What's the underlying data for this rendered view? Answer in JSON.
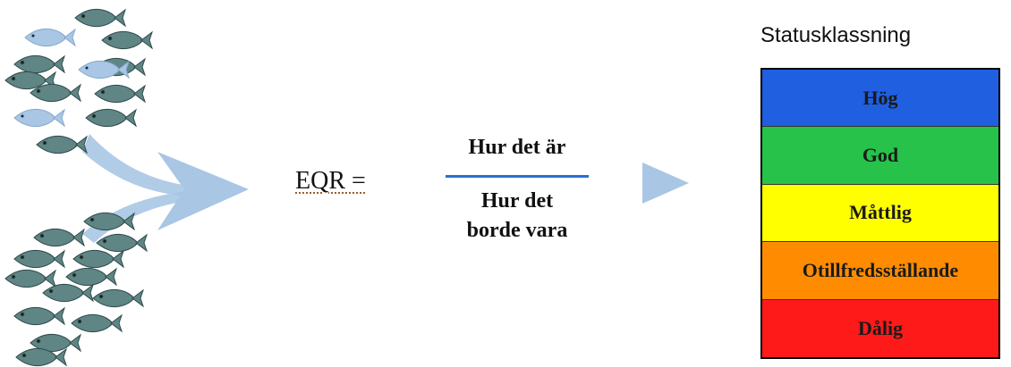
{
  "eqr": {
    "label": "EQR =",
    "numerator": "Hur det är",
    "denominator_line1": "Hur det",
    "denominator_line2": "borde vara"
  },
  "status": {
    "title": "Statusklassning",
    "classes": [
      {
        "label": "Hög",
        "color": "#1f5fe0"
      },
      {
        "label": "God",
        "color": "#27c24a"
      },
      {
        "label": "Måttlig",
        "color": "#ffff00"
      },
      {
        "label": "Otillfredsställande",
        "color": "#ff8c00"
      },
      {
        "label": "Dålig",
        "color": "#ff1a1a"
      }
    ]
  },
  "colors": {
    "fish_dark": "#5f8585",
    "fish_light": "#a9c6e4",
    "arrow": "#a9c6e4",
    "fraction_line": "#2b6fd6"
  },
  "icons": {
    "fish": "fish-icon",
    "big_arrow": "curved-arrow-icon",
    "small_arrow": "right-arrow-icon"
  }
}
